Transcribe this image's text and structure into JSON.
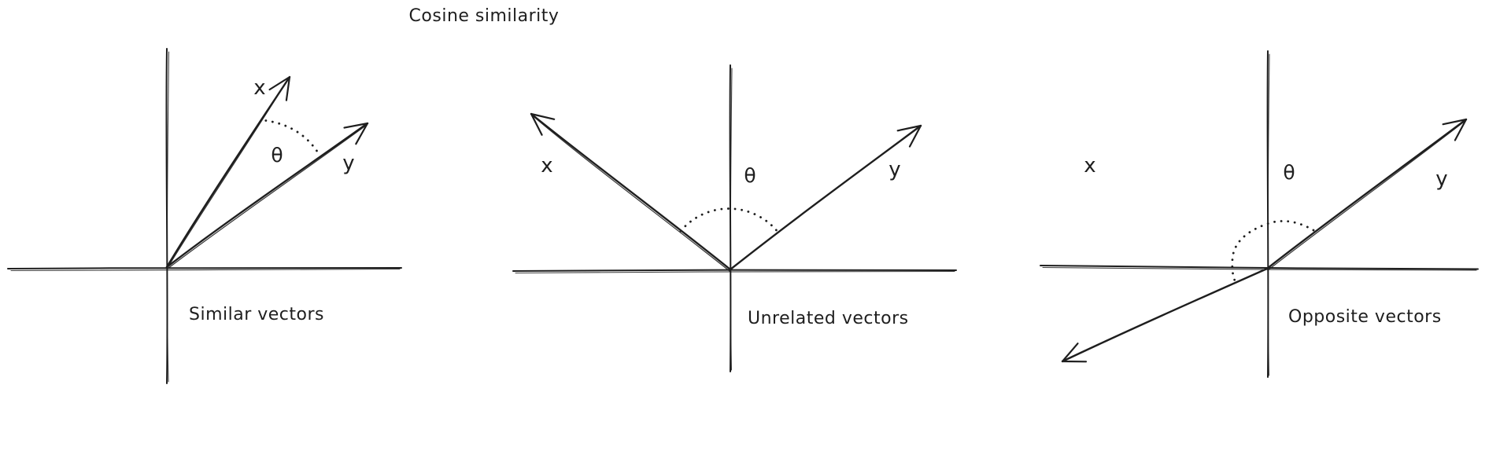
{
  "title": {
    "text": "Cosine similarity",
    "color": "#5b57d1"
  },
  "ink_color": "#1e1e1e",
  "background_color": "#ffffff",
  "panels": [
    {
      "caption": "Similar vectors",
      "x_label": "x",
      "y_label": "y",
      "angle_label": "θ"
    },
    {
      "caption": "Unrelated vectors",
      "x_label": "x",
      "y_label": "y",
      "angle_label": "θ"
    },
    {
      "caption": "Opposite vectors",
      "x_label": "x",
      "y_label": "y",
      "angle_label": "θ"
    }
  ]
}
